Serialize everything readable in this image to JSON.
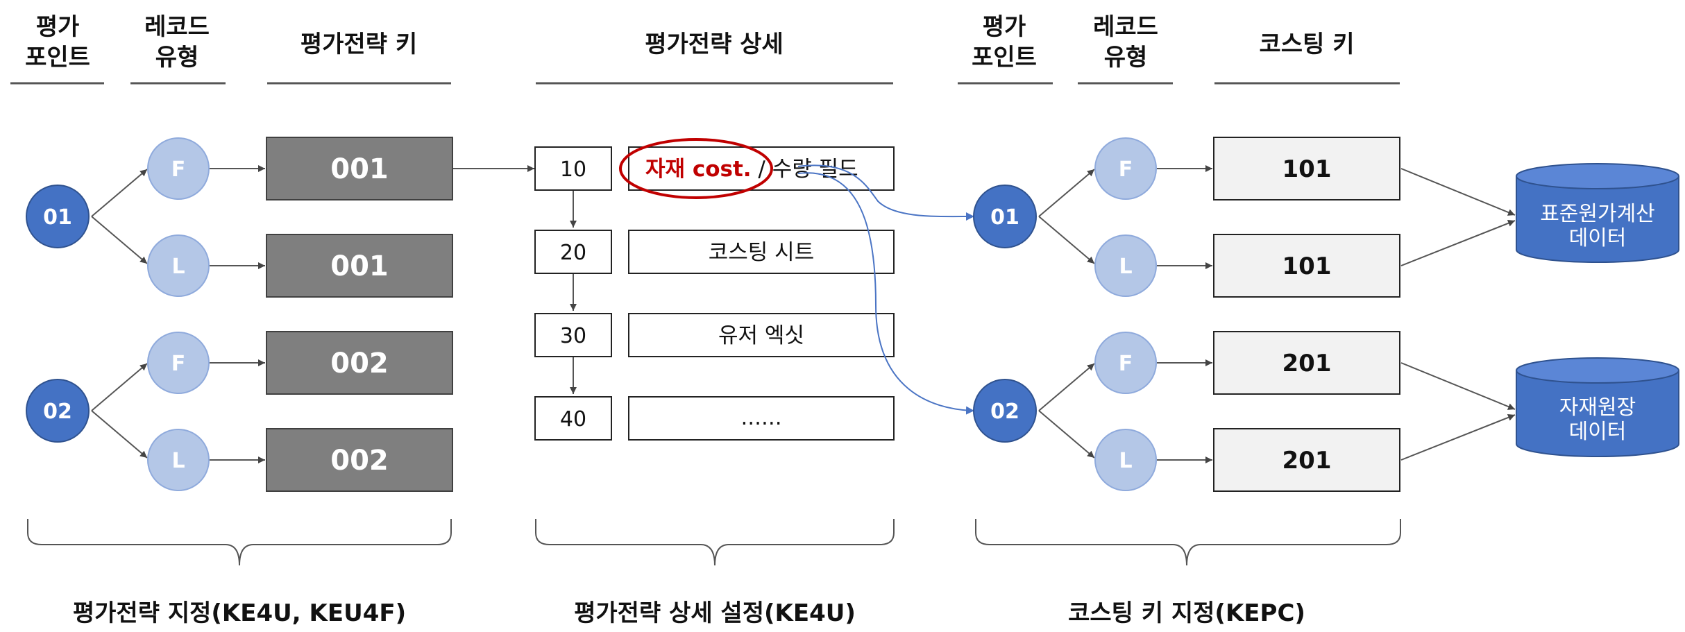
{
  "colors": {
    "point_circle": "#4472c4",
    "record_circle": "#b4c7e7",
    "dark_key_box": "#7f7f7f",
    "light_key_box": "#f2f2f2",
    "highlight": "#c00000",
    "connector": "#4a74c4",
    "db": "#4472c4"
  },
  "left": {
    "header_point": [
      "평가",
      "포인트"
    ],
    "header_record": [
      "레코드",
      "유형"
    ],
    "header_key": "평가전략 키",
    "points": [
      "01",
      "02"
    ],
    "records": [
      "F",
      "L",
      "F",
      "L"
    ],
    "keys": [
      "001",
      "001",
      "002",
      "002"
    ],
    "footer": "평가전략 지정(KE4U, KEU4F)"
  },
  "middle": {
    "header": "평가전략 상세",
    "steps": [
      {
        "num": "10",
        "label_highlight": "자재 cost.",
        "label_rest": " / 수량 필드"
      },
      {
        "num": "20",
        "label": "코스팅 시트"
      },
      {
        "num": "30",
        "label": "유저 엑싯"
      },
      {
        "num": "40",
        "label": "......"
      }
    ],
    "footer": "평가전략 상세 설정(KE4U)"
  },
  "right": {
    "header_point": [
      "평가",
      "포인트"
    ],
    "header_record": [
      "레코드",
      "유형"
    ],
    "header_key": "코스팅 키",
    "points": [
      "01",
      "02"
    ],
    "records": [
      "F",
      "L",
      "F",
      "L"
    ],
    "keys": [
      "101",
      "101",
      "201",
      "201"
    ],
    "footer": "코스팅 키 지정(KEPC)",
    "db_top": [
      "표준원가계산",
      "데이터"
    ],
    "db_bottom": [
      "자재원장",
      "데이터"
    ]
  }
}
